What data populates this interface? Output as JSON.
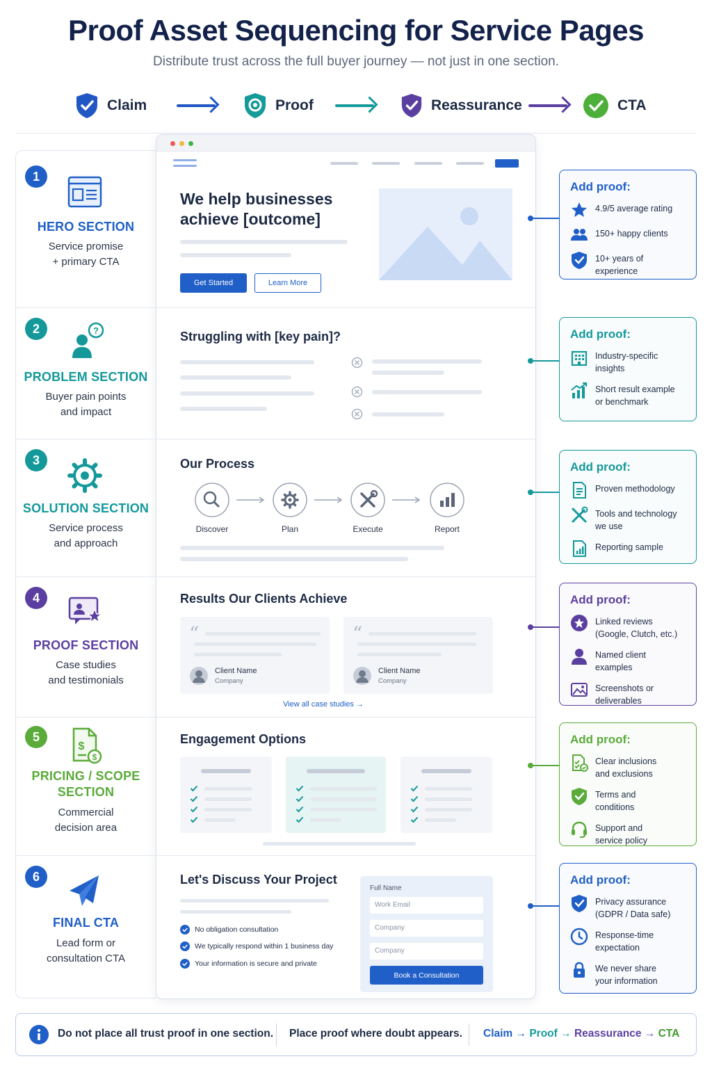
{
  "header": {
    "title": "Proof Asset Sequencing for Service Pages",
    "subtitle": "Distribute trust across the full buyer journey — not just in one section."
  },
  "flow": [
    {
      "label": "Claim",
      "icon": "shield-check-icon",
      "color": "#2157c4"
    },
    {
      "label": "Proof",
      "icon": "shield-badge-icon",
      "color": "#159a9a"
    },
    {
      "label": "Reassurance",
      "icon": "shield-check-icon",
      "color": "#5b3fa0"
    },
    {
      "label": "CTA",
      "icon": "check-circle-icon",
      "color": "#4caf3a"
    }
  ],
  "sections": [
    {
      "num": "1",
      "title": "HERO SECTION",
      "desc1": "Service promise",
      "desc2": "+ primary CTA",
      "color": "#1f5fc7",
      "icon": "browser-window-icon"
    },
    {
      "num": "2",
      "title": "PROBLEM SECTION",
      "desc1": "Buyer pain points",
      "desc2": "and impact",
      "color": "#14989a",
      "icon": "user-question-icon"
    },
    {
      "num": "3",
      "title": "SOLUTION SECTION",
      "desc1": "Service process",
      "desc2": "and approach",
      "color": "#14989a",
      "icon": "gear-icon"
    },
    {
      "num": "4",
      "title": "PROOF SECTION",
      "desc1": "Case studies",
      "desc2": "and testimonials",
      "color": "#5b3fa0",
      "icon": "testimonial-star-icon"
    },
    {
      "num": "5",
      "title": "PRICING / SCOPE",
      "title2": "SECTION",
      "desc1": "Commercial",
      "desc2": "decision area",
      "color": "#5aab3a",
      "icon": "dollar-document-icon"
    },
    {
      "num": "6",
      "title": "FINAL CTA",
      "desc1": "Lead form or",
      "desc2": "consultation CTA",
      "color": "#1f5fc7",
      "icon": "paper-plane-icon"
    }
  ],
  "mock": {
    "hero": {
      "headline1": "We help businesses",
      "headline2": "achieve [outcome]",
      "btn_primary": "Get Started",
      "btn_secondary": "Learn More"
    },
    "problem": {
      "title": "Struggling with [key pain]?"
    },
    "process": {
      "title": "Our Process",
      "steps": [
        "Discover",
        "Plan",
        "Execute",
        "Report"
      ]
    },
    "results": {
      "title": "Results Our Clients Achieve",
      "client_name": "Client Name",
      "company": "Company",
      "link": "View all case studies →"
    },
    "engagement": {
      "title": "Engagement Options"
    },
    "final": {
      "title": "Let's Discuss Your Project",
      "checks": [
        "No obligation consultation",
        "We typically respond within 1 business day",
        "Your information is secure and private"
      ],
      "form_label": "Full Name",
      "fields": [
        "Work Email",
        "Company",
        "Company"
      ],
      "submit": "Book a Consultation"
    }
  },
  "proof_cards": [
    {
      "title": "Add proof:",
      "color": "#1f5fc7",
      "items": [
        {
          "icon": "star-icon",
          "l1": "4.9/5 average rating"
        },
        {
          "icon": "users-icon",
          "l1": "150+ happy clients"
        },
        {
          "icon": "shield-check-icon",
          "l1": "10+ years of experience"
        }
      ]
    },
    {
      "title": "Add proof:",
      "color": "#14989a",
      "items": [
        {
          "icon": "building-icon",
          "l1": "Industry-specific",
          "l2": "insights"
        },
        {
          "icon": "bar-growth-icon",
          "l1": "Short result example",
          "l2": "or benchmark"
        }
      ]
    },
    {
      "title": "Add proof:",
      "color": "#14989a",
      "items": [
        {
          "icon": "document-icon",
          "l1": "Proven methodology"
        },
        {
          "icon": "tools-icon",
          "l1": "Tools and technology",
          "l2": "we use"
        },
        {
          "icon": "report-icon",
          "l1": "Reporting sample"
        }
      ]
    },
    {
      "title": "Add proof:",
      "color": "#5b3fa0",
      "items": [
        {
          "icon": "review-star-icon",
          "l1": "Linked reviews",
          "l2": "(Google, Clutch, etc.)"
        },
        {
          "icon": "person-icon",
          "l1": "Named client",
          "l2": "examples"
        },
        {
          "icon": "image-icon",
          "l1": "Screenshots or",
          "l2": "deliverables"
        }
      ]
    },
    {
      "title": "Add proof:",
      "color": "#5aab3a",
      "items": [
        {
          "icon": "checklist-icon",
          "l1": "Clear inclusions",
          "l2": "and exclusions"
        },
        {
          "icon": "shield-check-icon",
          "l1": "Terms and",
          "l2": "conditions"
        },
        {
          "icon": "headset-icon",
          "l1": "Support and",
          "l2": "service policy"
        }
      ]
    },
    {
      "title": "Add proof:",
      "color": "#1f5fc7",
      "items": [
        {
          "icon": "shield-check-icon",
          "l1": "Privacy assurance",
          "l2": "(GDPR / Data safe)"
        },
        {
          "icon": "clock-icon",
          "l1": "Response-time",
          "l2": "expectation"
        },
        {
          "icon": "lock-icon",
          "l1": "We never share",
          "l2": "your information"
        }
      ]
    }
  ],
  "footer": {
    "text1": "Do not place all trust proof in one section.",
    "text2": "Place proof where doubt appears.",
    "seq": [
      "Claim",
      "Proof",
      "Reassurance",
      "CTA"
    ],
    "arrow": "→"
  }
}
